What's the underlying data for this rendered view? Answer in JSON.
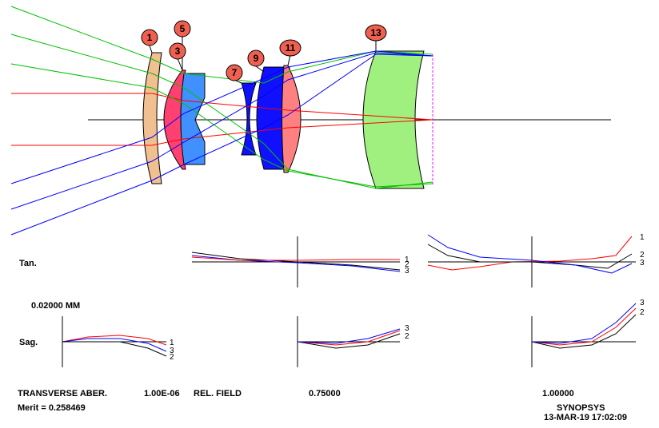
{
  "layout_plot": {
    "element_labels": [
      "1",
      "5",
      "3",
      "7",
      "9",
      "11",
      "13"
    ],
    "colors": {
      "on_axis_ray": "#ff0000",
      "mid_field_ray": "#00c000",
      "full_field_ray": "#0000ff",
      "label_bubble": "#f06050",
      "lens_1": "#f0c090",
      "lens_3": "#ff4070",
      "lens_5": "#4090ff",
      "lens_7": "#1010ff",
      "lens_9": "#1010ff",
      "lens_11": "#ff8080",
      "lens_13": "#a0f080"
    }
  },
  "aberration_plots": {
    "tan_label": "Tan.",
    "sag_label": "Sag.",
    "scale_label": "0.02000   MM",
    "fields": [
      "1.00E-06",
      "0.75000",
      "1.00000"
    ],
    "curve_labels": [
      "1",
      "2",
      "3"
    ],
    "colors": {
      "1": "#ff0000",
      "2": "#000000",
      "3": "#0000ff"
    }
  },
  "footer": {
    "title": "TRANSVERSE ABER.",
    "field_value": "1.00E-06",
    "field_label": "REL. FIELD",
    "field_mid": "0.75000",
    "field_full": "1.00000",
    "merit": "Merit = 0.258469",
    "brand": "SYNOPSYS",
    "date": "13-MAR-19  17:02:09"
  }
}
